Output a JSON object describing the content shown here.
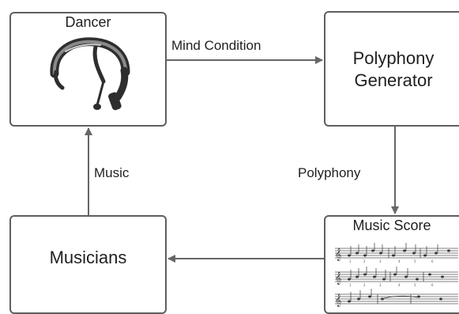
{
  "nodes": {
    "dancer": {
      "title": "Dancer",
      "icon": "eeg-headset-icon"
    },
    "polyphony_generator": {
      "line1": "Polyphony",
      "line2": "Generator"
    },
    "music_score": {
      "title": "Music Score",
      "icon": "sheet-music-icon"
    },
    "musicians": {
      "label": "Musicians"
    }
  },
  "edges": {
    "dancer_to_generator": "Mind Condition",
    "generator_to_score": "Polyphony",
    "score_to_musicians": "",
    "musicians_to_dancer": "Music"
  },
  "colors": {
    "box_border": "#5f5f5f",
    "arrow": "#666666",
    "headset": "#2e2e2e"
  }
}
